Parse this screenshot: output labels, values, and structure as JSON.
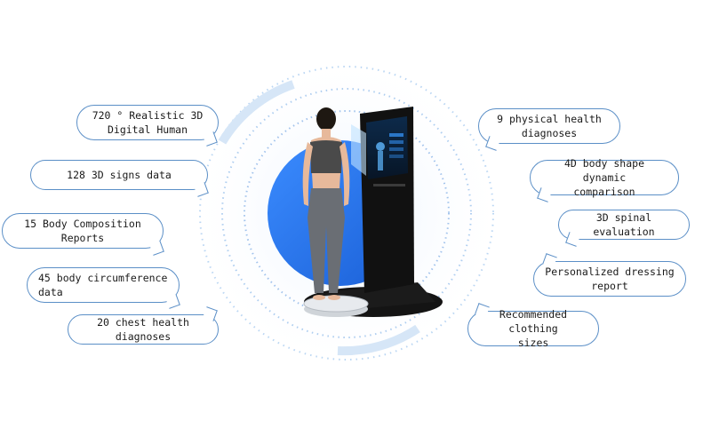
{
  "features_left": [
    {
      "text": "720 °  Realistic 3D\nDigital Human"
    },
    {
      "text": "128 3D signs data"
    },
    {
      "text": "15 Body Composition\nReports"
    },
    {
      "text": "45 body circumference\ndata"
    },
    {
      "text": "20 chest health diagnoses"
    }
  ],
  "features_right": [
    {
      "text": "9 physical health\ndiagnoses"
    },
    {
      "text": "4D body shape dynamic\ncomparison"
    },
    {
      "text": "3D spinal evaluation"
    },
    {
      "text": "Personalized dressing\nreport"
    },
    {
      "text": "Recommended clothing\nsizes"
    }
  ],
  "colors": {
    "accent_blue": "#1f6fe6",
    "bubble_border": "#5b8fc7",
    "device_black": "#111111"
  }
}
